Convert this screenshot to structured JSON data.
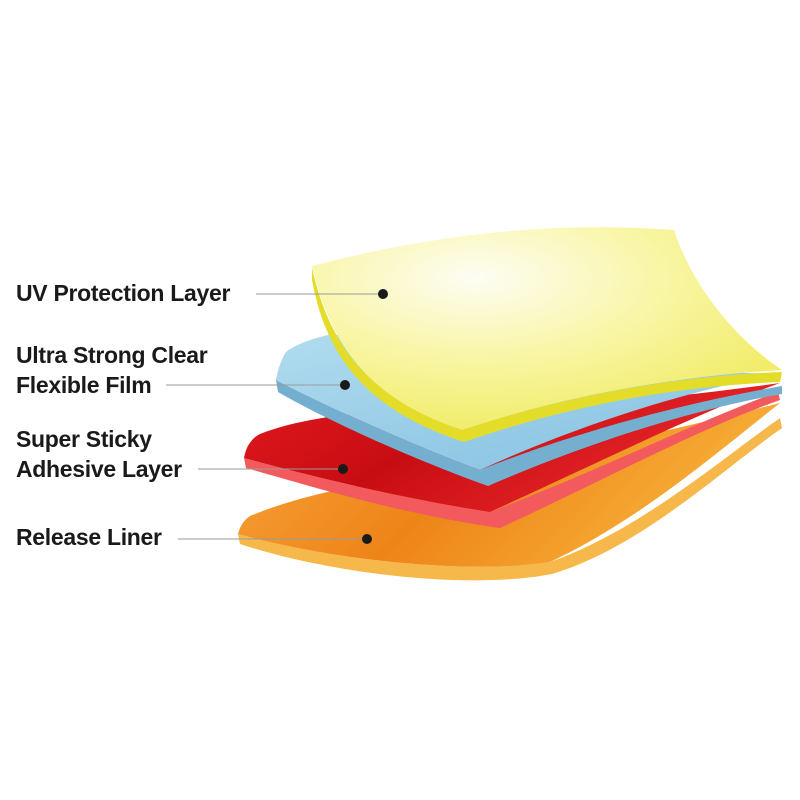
{
  "layers": [
    {
      "id": "uv",
      "lines": [
        "UV Protection Layer"
      ],
      "color": "#f3ee3a"
    },
    {
      "id": "film",
      "lines": [
        "Ultra Strong Clear",
        "Flexible Film"
      ],
      "color": "#8cc6e3"
    },
    {
      "id": "adhesive",
      "lines": [
        "Super Sticky",
        "Adhesive Layer"
      ],
      "color": "#e3161c"
    },
    {
      "id": "liner",
      "lines": [
        "Release Liner"
      ],
      "color": "#f28a1c"
    }
  ]
}
